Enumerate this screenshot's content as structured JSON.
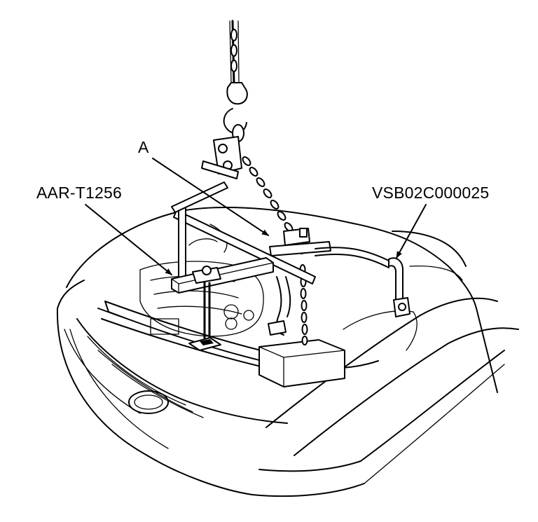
{
  "labels": {
    "part_a": "A",
    "tool_number": "AAR-T1256",
    "figure_code": "VSB02C000025"
  }
}
